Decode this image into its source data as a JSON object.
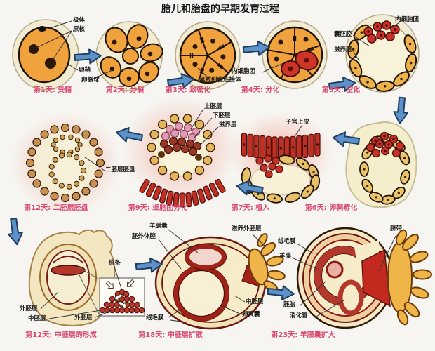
{
  "title": "胎儿和胎盘的早期发育过程",
  "palette": {
    "background": "#f6f5f1",
    "caption_red": "#d9486f",
    "label_black": "#1c1c1c",
    "arrow_blue": "#5d92c8",
    "cell_orange": "#f0a23d",
    "cell_red": "#c93226",
    "cream": "#f2ecd4",
    "glow_pink": "#efa294",
    "villi_orange": "#f0b548"
  },
  "icons": {
    "flow_arrow": "thick blue arrow",
    "magnifier_callout": "inset zoom box"
  },
  "stages": {
    "d1": {
      "caption": "第1天: 受精",
      "labels": {
        "polar_body": "极体",
        "pronucleus": "原核",
        "zona": "卵鞘"
      }
    },
    "d2": {
      "caption": "第2天: 分裂",
      "labels": {
        "blastomere": "卵裂球"
      }
    },
    "d3": {
      "caption": "第3天: 致密化",
      "labels": {
        "tight_junction": "紧致细胞连接体"
      }
    },
    "d4": {
      "caption": "第4天: 分化",
      "labels": {
        "inner_cell_mass": "内细胞团"
      }
    },
    "d5": {
      "caption": "第5天: 空化",
      "labels": {
        "inner_cell_mass": "内细胞团",
        "blastocoel": "囊胚腔",
        "trophoblast": "滋养层"
      }
    },
    "d6": {
      "caption": "第6天: 卵鞘孵化"
    },
    "d7": {
      "caption": "第7天: 植入",
      "labels": {
        "uterine_epithelium": "子宫上皮"
      }
    },
    "d9": {
      "caption": "第9天: 细胞团分化",
      "labels": {
        "epiblast": "上胚层",
        "hypoblast": "下胚层",
        "trophoblast": "滋养层"
      }
    },
    "d12a": {
      "caption": "第12天: 二胚层胚盘",
      "labels": {
        "bilaminar_disc": "二胚层胚盘"
      }
    },
    "d12b": {
      "caption": "第12天: 中胚层的形成",
      "labels": {
        "primitive_streak": "原条",
        "ectoderm_left": "外胚层",
        "mesoderm_left": "中胚层",
        "ectoderm_inset": "外胚层"
      }
    },
    "d18": {
      "caption": "第18天: 中胚层扩散",
      "labels": {
        "amniotic_sac": "羊膜囊",
        "extraembryonic_coelom": "胚外体腔",
        "trophectoderm": "滋养外胚层",
        "mesoderm": "中胚层",
        "yolk_sac": "卵黄囊",
        "chorion": "绒毛膜"
      }
    },
    "d23": {
      "caption": "第23天: 羊膜囊扩大",
      "labels": {
        "chorion": "绒毛膜",
        "amnion": "羊膜",
        "embryo": "胚胎",
        "digestive_tube": "消化管",
        "umbilical_cord": "脐带"
      }
    }
  }
}
